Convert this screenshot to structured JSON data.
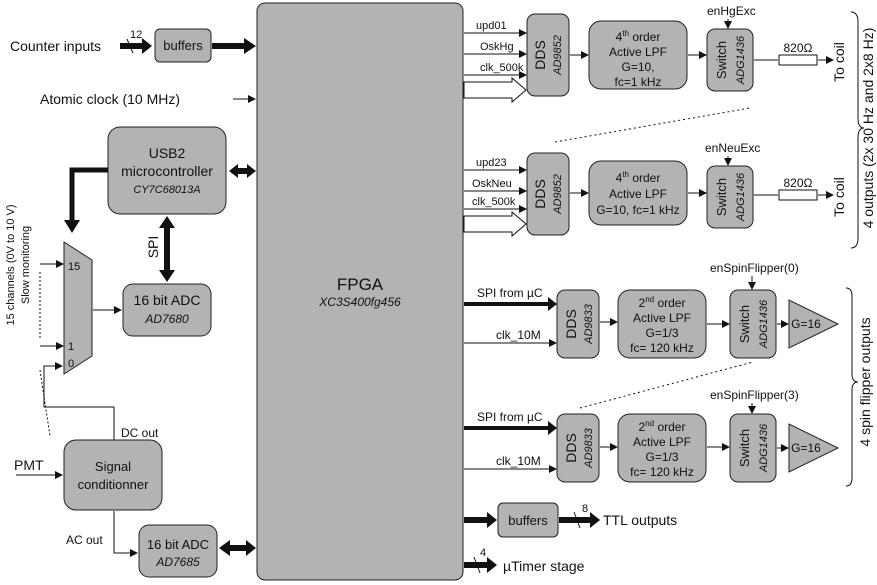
{
  "fpga": {
    "title": "FPGA",
    "part": "XC3S400fg456"
  },
  "inputs": {
    "counter": "Counter inputs",
    "counter_width": "12",
    "atomic_clock": "Atomic clock (10 MHz)",
    "pmt": "PMT"
  },
  "buffers_label": "buffers",
  "usb": {
    "line1": "USB2",
    "line2": "microcontroller",
    "part": "CY7C68013A"
  },
  "spi": "SPI",
  "adc_slow": {
    "title": "16 bit ADC",
    "part": "AD7680"
  },
  "mux": {
    "in15": "15",
    "in1": "1",
    "in0": "0"
  },
  "slow_label": {
    "line1": "15 channels (0V to 10 V)",
    "line2": "Slow monitoring"
  },
  "signal_cond": {
    "line1": "Signal",
    "line2": "conditionner",
    "dc": "DC out",
    "ac": "AC out"
  },
  "adc_fast": {
    "title": "16 bit ADC",
    "part": "AD7685"
  },
  "coil_channels": [
    {
      "upd": "upd01",
      "osk": "OskHg",
      "clk": "clk_500k",
      "dds": "DDS",
      "dds_part": "AD9852",
      "lpf_order": "4",
      "lpf_sup": "th",
      "lpf_order_rest": " order",
      "lpf_line2": "Active LPF",
      "lpf_line3": "G=10,",
      "lpf_line4": "fc=1 kHz",
      "en": "enHgExc",
      "switch": "Switch",
      "switch_part": "ADG1436",
      "resistor": "820Ω",
      "output": "To coil"
    },
    {
      "upd": "upd23",
      "osk": "OskNeu",
      "clk": "clk_500k",
      "dds": "DDS",
      "dds_part": "AD9852",
      "lpf_order": "4",
      "lpf_sup": "th",
      "lpf_order_rest": " order",
      "lpf_line2": "Active LPF",
      "lpf_line3": "G=10, fc=1 kHz",
      "lpf_line4": "",
      "en": "enNeuExc",
      "switch": "Switch",
      "switch_part": "ADG1436",
      "resistor": "820Ω",
      "output": "To coil"
    }
  ],
  "coil_group_label": "4 outputs (2x 30 Hz and 2x8 Hz)",
  "flipper_channels": [
    {
      "spi": "SPI from µC",
      "clk": "clk_10M",
      "dds": "DDS",
      "dds_part": "AD9833",
      "lpf_order": "2",
      "lpf_sup": "nd",
      "lpf_order_rest": " order",
      "lpf_line2": "Active LPF",
      "lpf_line3": "G=1/3",
      "lpf_line4": "fc= 120 kHz",
      "en": "enSpinFlipper(0)",
      "switch": "Switch",
      "switch_part": "ADG1436",
      "amp": "G=16"
    },
    {
      "spi": "SPI from µC",
      "clk": "clk_10M",
      "dds": "DDS",
      "dds_part": "AD9833",
      "lpf_order": "2",
      "lpf_sup": "nd",
      "lpf_order_rest": " order",
      "lpf_line2": "Active LPF",
      "lpf_line3": "G=1/3",
      "lpf_line4": "fc= 120 kHz",
      "en": "enSpinFlipper(3)",
      "switch": "Switch",
      "switch_part": "ADG1436",
      "amp": "G=16"
    }
  ],
  "flipper_group_label": "4 spin flipper outputs",
  "ttl": {
    "buffers": "buffers",
    "width": "8",
    "label": "TTL outputs"
  },
  "timer": {
    "width": "4",
    "label": "µTimer stage"
  }
}
